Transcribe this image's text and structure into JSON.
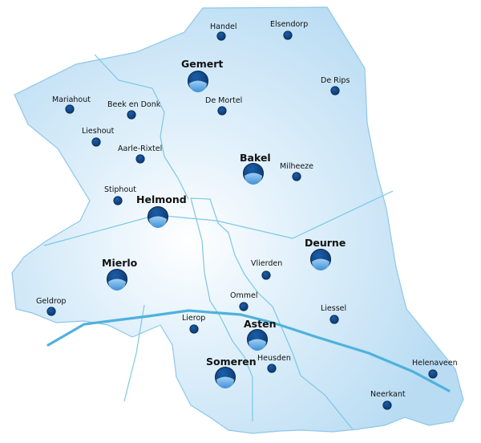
{
  "colors": {
    "region_fill_center": "#ffffff",
    "region_fill_edge": "#b9dcf3",
    "border": "#8fc6e8",
    "road": "#7cc7e6",
    "canal": "#4fb1dd",
    "marker_dark": "#0d3f78",
    "marker_light": "#6fb0e6"
  },
  "places": {
    "handel": "Handel",
    "elsendorp": "Elsendorp",
    "gemert": "Gemert",
    "de_rips": "De Rips",
    "mariahout": "Mariahout",
    "beek_en_donk": "Beek en Donk",
    "de_mortel": "De Mortel",
    "lieshout": "Lieshout",
    "aarle_rixtel": "Aarle-Rixtel",
    "bakel": "Bakel",
    "milheeze": "Milheeze",
    "stiphout": "Stiphout",
    "helmond": "Helmond",
    "deurne": "Deurne",
    "vlierden": "Vlierden",
    "mierlo": "Mierlo",
    "ommel": "Ommel",
    "geldrop": "Geldrop",
    "liessel": "Liessel",
    "lierop": "Lierop",
    "asten": "Asten",
    "someren": "Someren",
    "heusden": "Heusden",
    "helenaveen": "Helenaveen",
    "neerkant": "Neerkant"
  }
}
